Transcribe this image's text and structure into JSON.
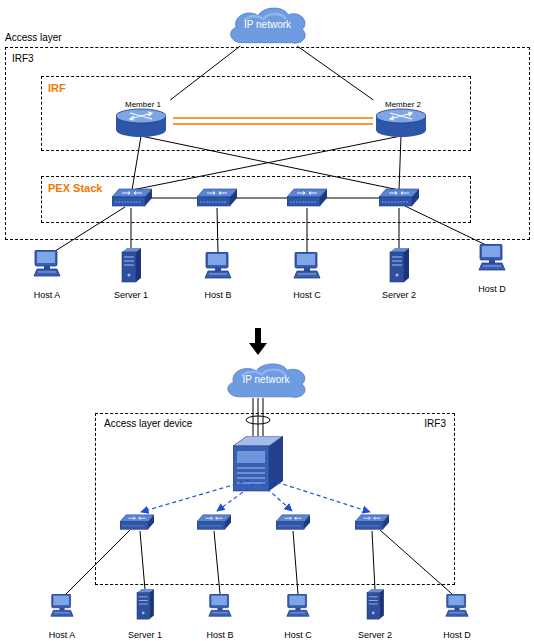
{
  "diagram": {
    "nodes": [
      {
        "text": [
          "IP network"
        ]
      },
      {
        "text": [
          "Access layer",
          "IRF3"
        ]
      },
      {
        "text": [
          "IRF"
        ],
        "in": 1
      },
      {
        "text": [
          "Member 1"
        ],
        "in": 2
      },
      {
        "text": [
          "Member 2"
        ],
        "in": 2
      },
      {
        "text": [
          "PEX Stack"
        ],
        "in": 1
      },
      {
        "text": [
          "Host A"
        ]
      },
      {
        "text": [
          "Server 1"
        ]
      },
      {
        "text": [
          "Host B"
        ]
      },
      {
        "text": [
          "Host C"
        ]
      },
      {
        "text": [
          "Server 2"
        ]
      },
      {
        "text": [
          "Host D"
        ]
      },
      {
        "text": [
          "IP network"
        ]
      },
      {
        "text": [
          "Access layer device",
          "IRF3"
        ]
      },
      {
        "text": [
          "Host A"
        ]
      },
      {
        "text": [
          "Server 1"
        ]
      },
      {
        "text": [
          "Host B"
        ]
      },
      {
        "text": [
          "Host C"
        ]
      },
      {
        "text": [
          "Server 2"
        ]
      },
      {
        "text": [
          "Host D"
        ]
      }
    ],
    "edges": [
      {
        "from": 0,
        "to": 3,
        "arrow": "none"
      },
      {
        "from": 0,
        "to": 4,
        "arrow": "none"
      },
      {
        "from": 3,
        "to": 4,
        "arrow": "none"
      }
    ]
  }
}
